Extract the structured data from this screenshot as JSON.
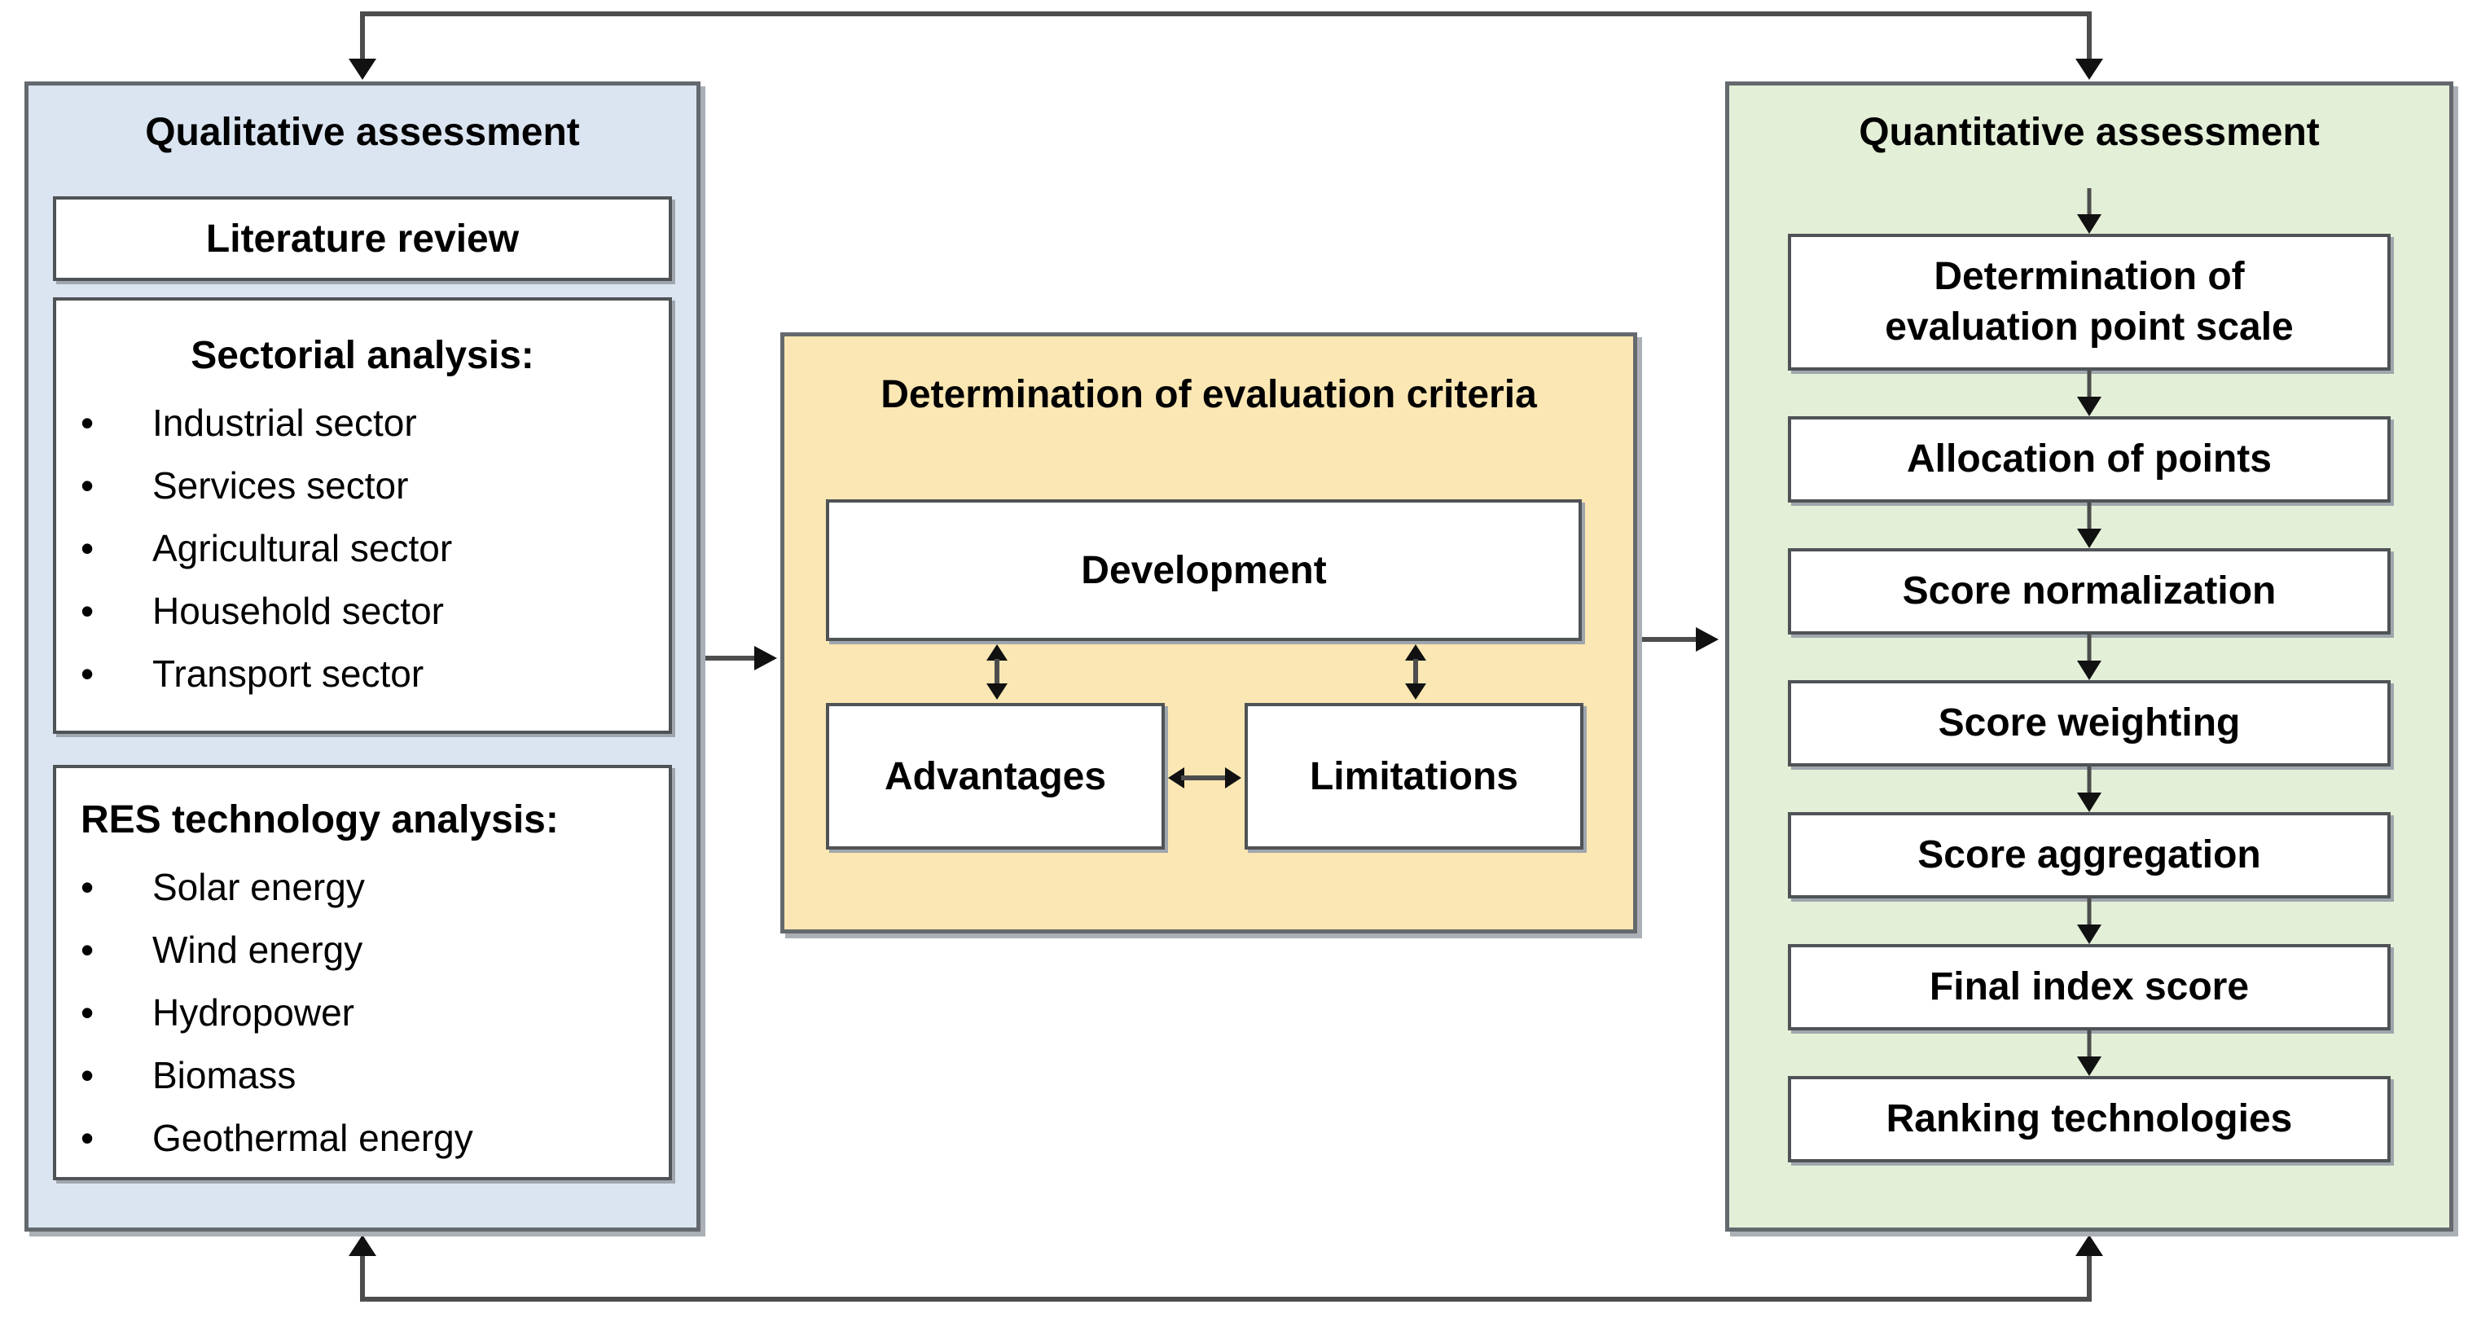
{
  "colors": {
    "left_panel_fill": "#dbe5f1",
    "middle_panel_fill": "#fbe7b3",
    "right_panel_fill": "#e4efd8",
    "box_fill": "#ffffff",
    "connector_color": "#4d4d4d",
    "arrowhead_color": "#111111",
    "text_color": "#000000"
  },
  "icons": {
    "bullet_glyph": "•"
  },
  "left_panel": {
    "title": "Qualitative assessment",
    "literature_box_label": "Literature review",
    "sectorial_analysis": {
      "heading": "Sectorial analysis:",
      "items": [
        "Industrial sector",
        "Services sector",
        "Agricultural sector",
        "Household sector",
        "Transport sector"
      ]
    },
    "res_technology_analysis": {
      "heading": "RES technology analysis:",
      "items": [
        "Solar energy",
        "Wind energy",
        "Hydropower",
        "Biomass",
        "Geothermal energy"
      ]
    }
  },
  "middle_panel": {
    "title": "Determination of evaluation criteria",
    "development_label": "Development",
    "advantages_label": "Advantages",
    "limitations_label": "Limitations"
  },
  "right_panel": {
    "title": "Quantitative assessment",
    "steps": [
      "Determination of evaluation point scale",
      "Allocation of points",
      "Score normalization",
      "Score weighting",
      "Score aggregation",
      "Final index score",
      "Ranking technologies"
    ]
  }
}
